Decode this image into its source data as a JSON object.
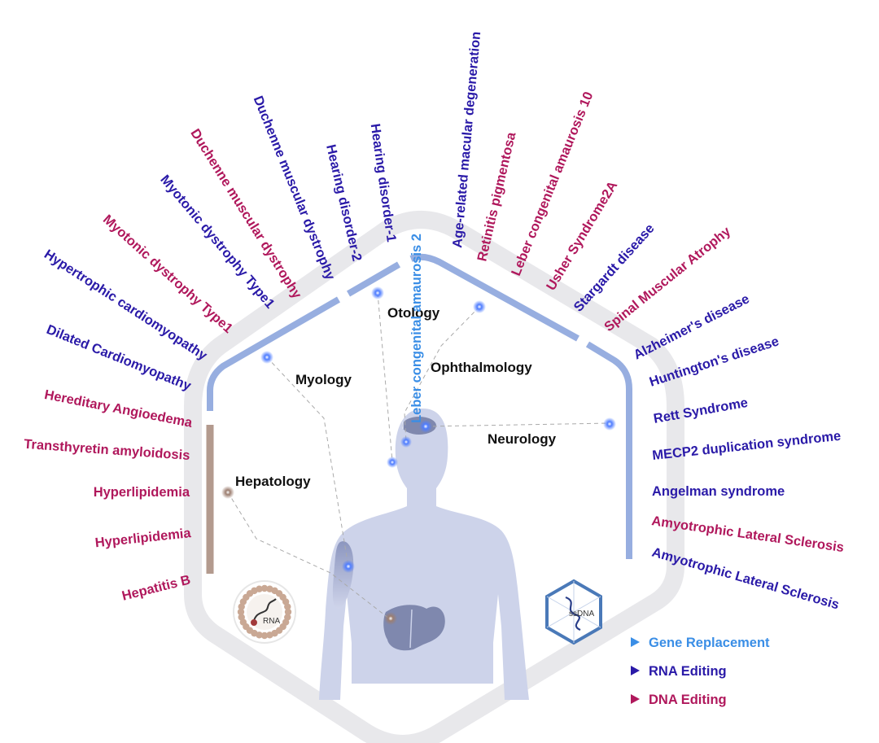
{
  "colors": {
    "gene_replacement": "#3a8ee6",
    "rna_editing": "#2a1aa8",
    "dna_editing": "#b0185c",
    "frame_outer": "#e9e9ec",
    "neuro_band": "#97aee0",
    "hepato_band": "#b39a8e",
    "body": "#cdd3ea",
    "organ": "#7f88ae"
  },
  "areas": {
    "myology": "Myology",
    "otology": "Otology",
    "ophthalmology": "Ophthalmology",
    "neurology": "Neurology",
    "hepatology": "Hepatology"
  },
  "vectors": {
    "rna_label": "RNA",
    "ssdna_label": "ssDNA"
  },
  "legend": [
    {
      "label": "Gene Replacement",
      "type": "gene_replacement"
    },
    {
      "label": "RNA Editing",
      "type": "rna_editing"
    },
    {
      "label": "DNA Editing",
      "type": "dna_editing"
    }
  ],
  "diseases": {
    "left": [
      {
        "name": "Hepatitis B",
        "type": "dna_editing"
      },
      {
        "name": "Hyperlipidemia",
        "type": "dna_editing"
      },
      {
        "name": "Hyperlipidemia",
        "type": "dna_editing"
      },
      {
        "name": "Transthyretin amyloidosis",
        "type": "dna_editing"
      },
      {
        "name": "Hereditary Angioedema",
        "type": "dna_editing"
      },
      {
        "name": "Dilated Cardiomyopathy",
        "type": "rna_editing"
      },
      {
        "name": "Hypertrophic cardiomyopathy",
        "type": "rna_editing"
      },
      {
        "name": "Myotonic dystrophy Type1",
        "type": "dna_editing"
      },
      {
        "name": "Myotonic dystrophy Type1",
        "type": "rna_editing"
      },
      {
        "name": "Duchenne muscular dystrophy",
        "type": "dna_editing"
      },
      {
        "name": "Duchenne muscular dystrophy",
        "type": "rna_editing"
      },
      {
        "name": "Hearing disorder-2",
        "type": "rna_editing"
      },
      {
        "name": "Hearing disorder-1",
        "type": "rna_editing"
      },
      {
        "name": "Leber congenital amaurosis 2",
        "type": "gene_replacement"
      }
    ],
    "right": [
      {
        "name": "Age-related macular degeneration",
        "type": "rna_editing"
      },
      {
        "name": "Retinitis pigmentosa",
        "type": "dna_editing"
      },
      {
        "name": "Leber congenital amaurosis 10",
        "type": "dna_editing"
      },
      {
        "name": "Usher Syndrome2A",
        "type": "dna_editing"
      },
      {
        "name": "Stargardt disease",
        "type": "rna_editing"
      },
      {
        "name": "Spinal Muscular Atrophy",
        "type": "dna_editing"
      },
      {
        "name": "Alzheimer's disease",
        "type": "rna_editing"
      },
      {
        "name": "Huntington's disease",
        "type": "rna_editing"
      },
      {
        "name": "Rett Syndrome",
        "type": "rna_editing"
      },
      {
        "name": "MECP2 duplication syndrome",
        "type": "rna_editing"
      },
      {
        "name": "Angelman syndrome",
        "type": "rna_editing"
      },
      {
        "name": "Amyotrophic Lateral Sclerosis",
        "type": "dna_editing"
      },
      {
        "name": "Amyotrophic Lateral Sclerosis",
        "type": "rna_editing"
      }
    ]
  }
}
